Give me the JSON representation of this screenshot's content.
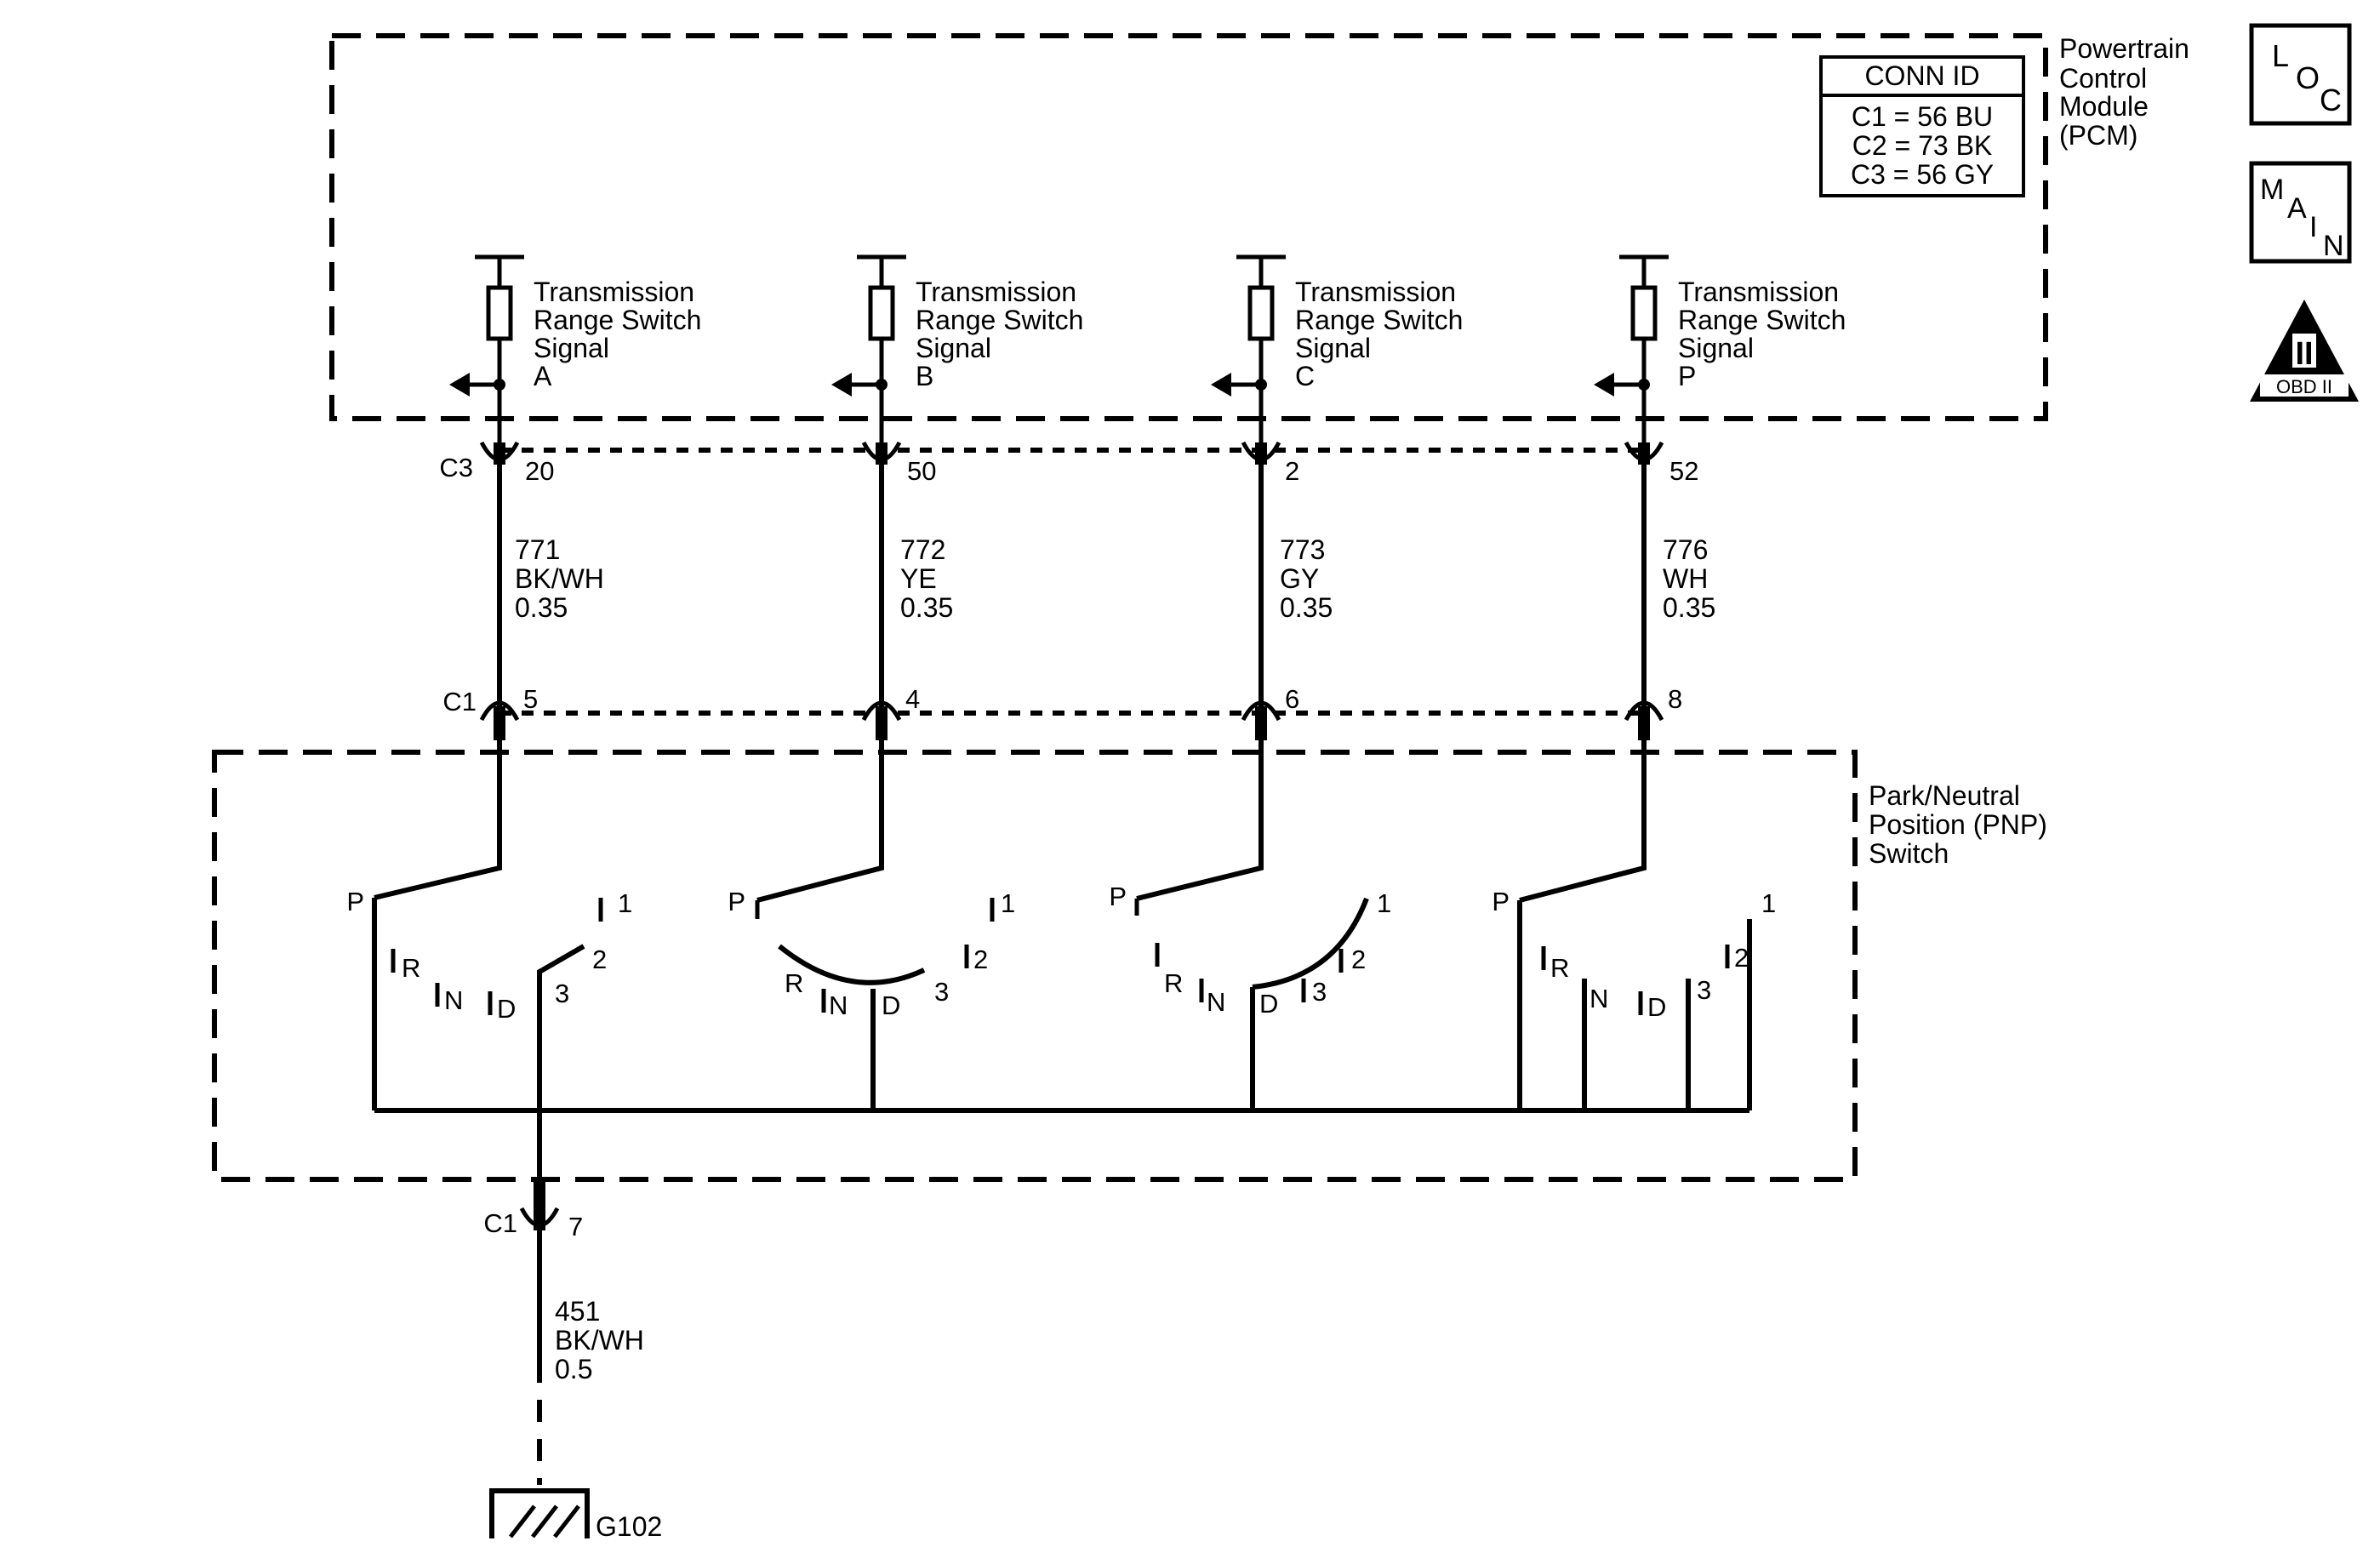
{
  "pcm": {
    "label": [
      "Powertrain",
      "Control",
      "Module",
      "(PCM)"
    ],
    "conn_id": {
      "title": "CONN ID",
      "rows": [
        "C1 = 56 BU",
        "C2 = 73 BK",
        "C3 = 56 GY"
      ]
    }
  },
  "pnp": {
    "label": [
      "Park/Neutral",
      "Position (PNP)",
      "Switch"
    ]
  },
  "signals": [
    {
      "lines": [
        "Transmission",
        "Range Switch",
        "Signal",
        "A"
      ],
      "conn_top": "C3",
      "pin_top": "20",
      "circuit": "771",
      "color": "BK/WH",
      "gauge": "0.35",
      "conn_bot": "C1",
      "pin_bot": "5"
    },
    {
      "lines": [
        "Transmission",
        "Range Switch",
        "Signal",
        "B"
      ],
      "conn_top": "",
      "pin_top": "50",
      "circuit": "772",
      "color": "YE",
      "gauge": "0.35",
      "conn_bot": "",
      "pin_bot": "4"
    },
    {
      "lines": [
        "Transmission",
        "Range Switch",
        "Signal",
        "C"
      ],
      "conn_top": "",
      "pin_top": "2",
      "circuit": "773",
      "color": "GY",
      "gauge": "0.35",
      "conn_bot": "",
      "pin_bot": "6"
    },
    {
      "lines": [
        "Transmission",
        "Range Switch",
        "Signal",
        "P"
      ],
      "conn_top": "",
      "pin_top": "52",
      "circuit": "776",
      "color": "WH",
      "gauge": "0.35",
      "conn_bot": "",
      "pin_bot": "8"
    }
  ],
  "positions": {
    "p": "P",
    "r": "R",
    "n": "N",
    "d": "D",
    "three": "3",
    "two": "2",
    "one": "1"
  },
  "ground_wire": {
    "conn": "C1",
    "pin": "7",
    "circuit": "451",
    "color": "BK/WH",
    "gauge": "0.5",
    "ground_id": "G102"
  },
  "side_icons": {
    "loc": [
      "L",
      "O",
      "C"
    ],
    "main": [
      "M",
      "A",
      "I",
      "N"
    ],
    "obd": {
      "numeral": "II",
      "text": "OBD II"
    }
  }
}
